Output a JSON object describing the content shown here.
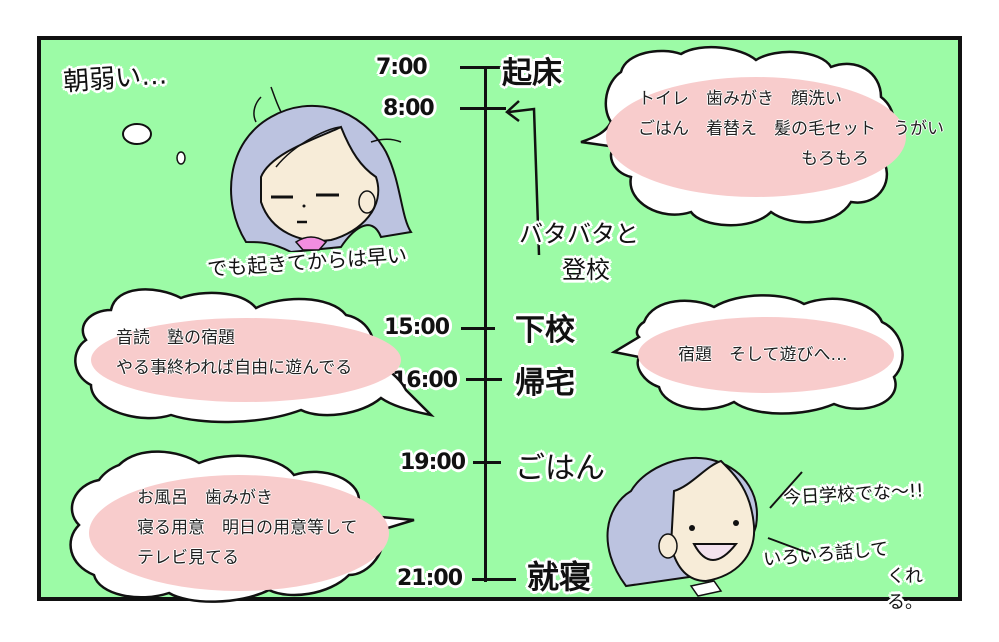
{
  "panel": {
    "background_color": "#9cfba6",
    "border_color": "#111111"
  },
  "timeline": {
    "entries": [
      {
        "time": "7:00",
        "event": "起床"
      },
      {
        "time": "8:00",
        "event": ""
      },
      {
        "time": "15:00",
        "event": "下校"
      },
      {
        "time": "16:00",
        "event": "帰宅"
      },
      {
        "time": "19:00",
        "event": "ごはん"
      },
      {
        "time": "21:00",
        "event": "就寝"
      }
    ],
    "commute_note_line1": "バタバタと",
    "commute_note_line2": "登校"
  },
  "annotations": {
    "morning_weak": "朝弱い…",
    "fast_after_waking": "でも起きてからは早い",
    "shout_line": "今日学校でな～!!",
    "talks_line1": "いろいろ話して",
    "talks_line2": "くれる。"
  },
  "bubbles": {
    "morning": {
      "lines": [
        "トイレ　歯みがき　顔洗い",
        "ごはん　着替え　髪の毛セット　うがい",
        "もろもろ"
      ]
    },
    "after_school": {
      "lines": [
        "宿題　そして遊びへ…"
      ]
    },
    "afternoon_left": {
      "lines": [
        "音読　塾の宿題",
        "やる事終われば自由に遊んでる"
      ]
    },
    "evening": {
      "lines": [
        "お風呂　歯みがき",
        "寝る用意　明日の用意等して",
        "テレビ見てる"
      ]
    },
    "fill_color": "#f8cccc"
  },
  "characters": {
    "sleepy_girl": {
      "hair_color": "#bcc3e0",
      "skin_color": "#f7ecd8",
      "collar_color": "#f28ee0"
    },
    "happy_girl": {
      "hair_color": "#bcc3e0",
      "skin_color": "#f7ecd8"
    }
  }
}
